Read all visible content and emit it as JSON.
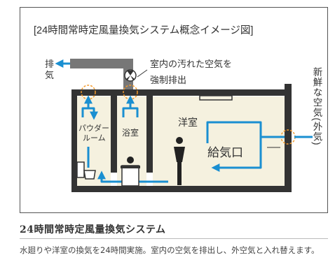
{
  "diagram": {
    "title": "[24時間常時定風量換気システム概念イメージ図]",
    "exhaust_label_top": "排",
    "exhaust_label_bottom": "気",
    "fan_note_line1": "室内の汚れた空気を",
    "fan_note_line2": "強制排出",
    "powder_room_line1": "パウダー",
    "powder_room_line2": "ルーム",
    "bathroom": "浴室",
    "western_room": "洋室",
    "supply_port": "給気口",
    "fresh_air_label": "新鮮な空気(外気)"
  },
  "caption": {
    "title": "24時間常時定風量換気システム",
    "description": "水廻りや洋室の換気を24時間実施。室内の空気を排出し、外空気と入れ替えます。"
  },
  "colors": {
    "room_fill": "#f5f1df",
    "wall": "#333333",
    "arrow": "#1a8fd1",
    "circle": "#f39a2c"
  }
}
